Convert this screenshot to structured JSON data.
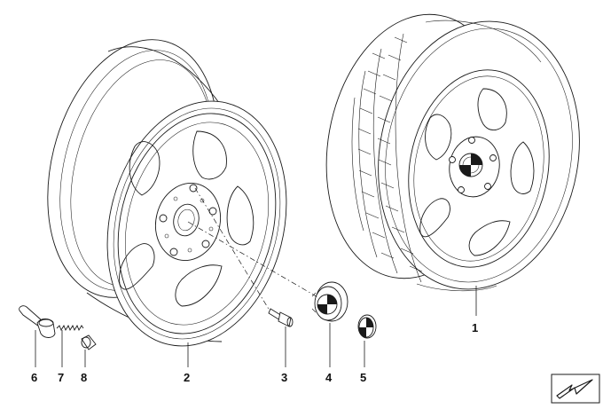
{
  "callouts": [
    {
      "id": "1",
      "label": "1"
    },
    {
      "id": "2",
      "label": "2"
    },
    {
      "id": "3",
      "label": "3"
    },
    {
      "id": "4",
      "label": "4"
    },
    {
      "id": "5",
      "label": "5"
    },
    {
      "id": "6",
      "label": "6"
    },
    {
      "id": "7",
      "label": "7"
    },
    {
      "id": "8",
      "label": "8"
    }
  ],
  "icons": {
    "navigation": "arrow-icon"
  },
  "colors": {
    "line": "#1a1a1a",
    "background": "#ffffff"
  }
}
